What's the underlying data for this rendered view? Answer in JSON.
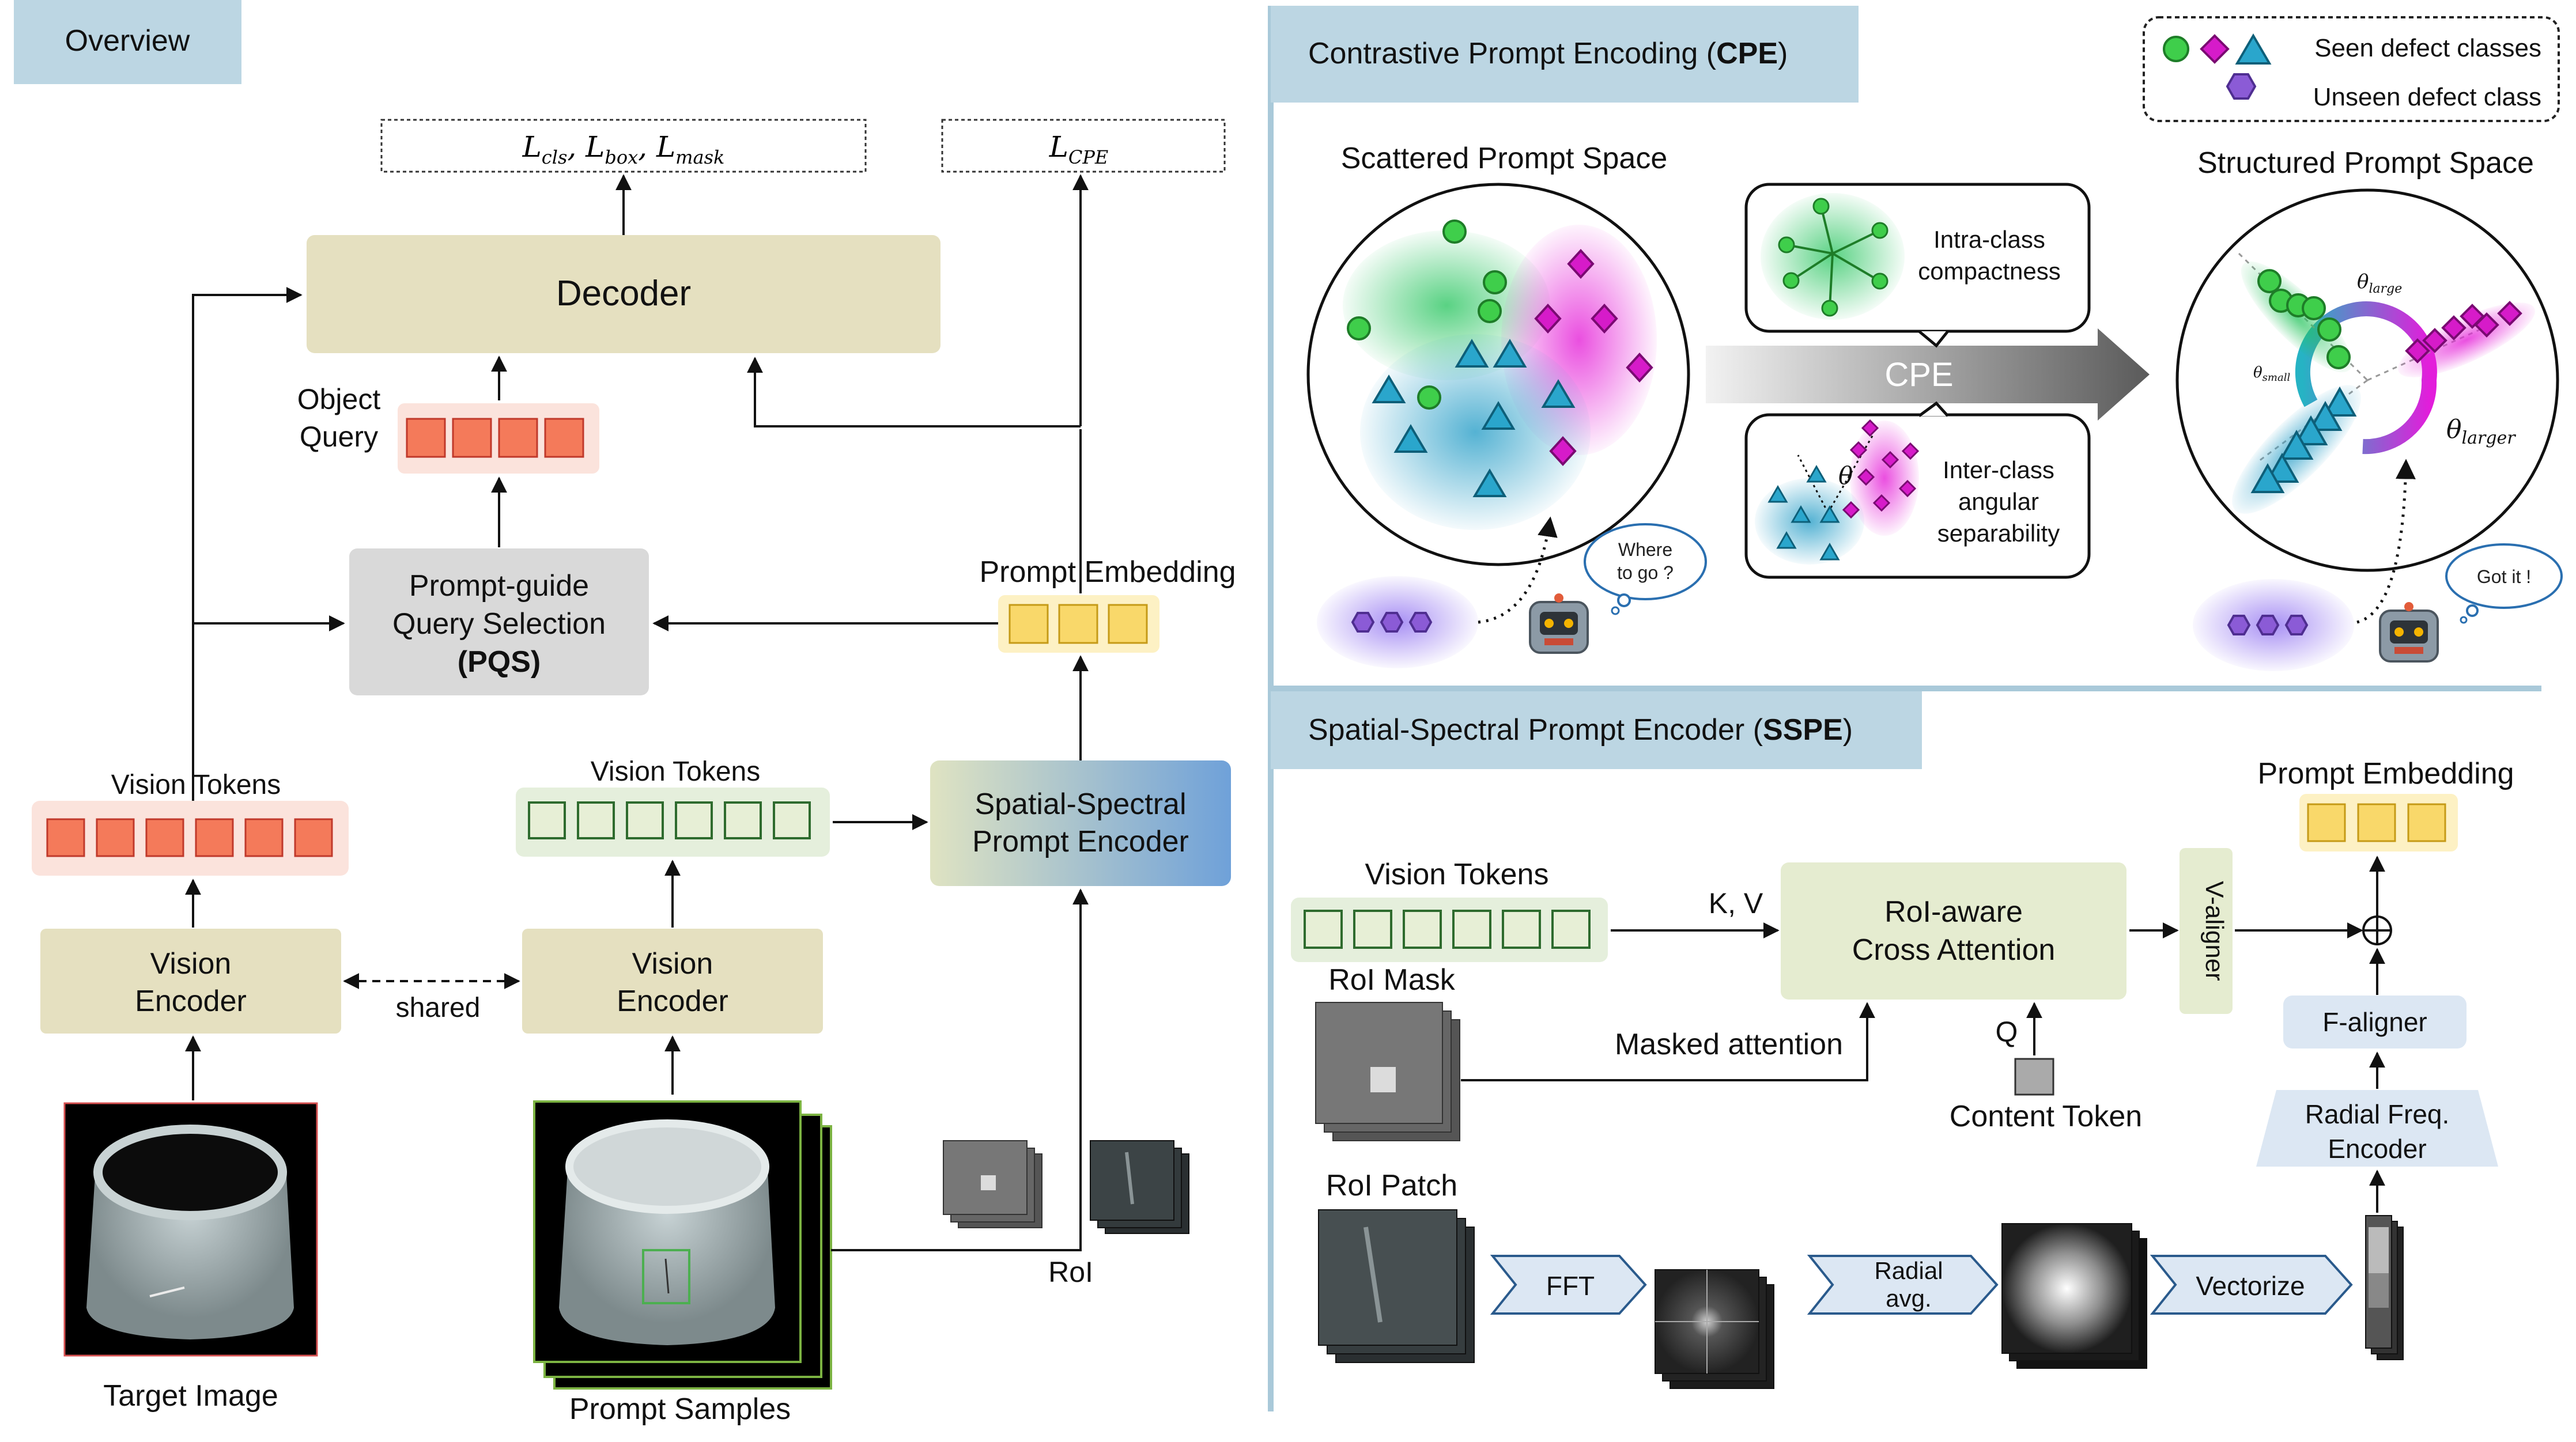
{
  "overview": {
    "section_label": "Overview",
    "loss_main": {
      "L1": "L",
      "s1": "cls",
      "sep1": ", ",
      "L2": "L",
      "s2": "box",
      "sep2": ", ",
      "L3": "L",
      "s3": "mask"
    },
    "loss_cpe": {
      "L": "L",
      "sub": "CPE"
    },
    "decoder": "Decoder",
    "object_query_line1": "Object",
    "object_query_line2": "Query",
    "pqs_line1": "Prompt-guide",
    "pqs_line2": "Query Selection",
    "pqs_line3": "(PQS)",
    "prompt_embedding": "Prompt Embedding",
    "vision_tokens_left": "Vision Tokens",
    "vision_tokens_mid": "Vision Tokens",
    "sspe_line1": "Spatial-Spectral",
    "sspe_line2": "Prompt Encoder",
    "vision_encoder_line1": "Vision",
    "vision_encoder_line2": "Encoder",
    "shared": "shared",
    "target_image": "Target Image",
    "prompt_samples": "Prompt Samples",
    "roi": "RoI"
  },
  "cpe": {
    "section_label_prefix": "Contrastive Prompt Encoding (",
    "section_label_bold": "CPE",
    "section_label_suffix": ")",
    "legend_seen": "Seen defect classes",
    "legend_unseen": "Unseen defect class",
    "scattered_title": "Scattered Prompt Space",
    "structured_title": "Structured Prompt Space",
    "intra_line1": "Intra-class",
    "intra_line2": "compactness",
    "inter_line1": "Inter-class",
    "inter_line2": "angular",
    "inter_line3": "separability",
    "arrow_label": "CPE",
    "bubble_where_1": "Where",
    "bubble_where_2": "to go ?",
    "bubble_got": "Got it !",
    "theta": "θ",
    "theta_large_sub": "large",
    "theta_small_sub": "small",
    "theta_larger_sub": "larger",
    "colors": {
      "green": "#3fce4b",
      "magenta": "#d61bc9",
      "cyan": "#2aa6cc",
      "purple": "#8b5bd6"
    }
  },
  "sspe": {
    "section_label_prefix": "Spatial-Spectral Prompt Encoder (",
    "section_label_bold": "SSPE",
    "section_label_suffix": ")",
    "prompt_embedding": "Prompt Embedding",
    "vision_tokens": "Vision Tokens",
    "kv": "K, V",
    "roi_cross_line1": "RoI-aware",
    "roi_cross_line2": "Cross Attention",
    "v_aligner": "V-aligner",
    "roi_mask": "RoI Mask",
    "masked_attention": "Masked attention",
    "q": "Q",
    "content_token": "Content Token",
    "f_aligner": "F-aligner",
    "radial_enc_line1": "Radial Freq.",
    "radial_enc_line2": "Encoder",
    "roi_patch": "RoI Patch",
    "fft": "FFT",
    "radial_avg_line1": "Radial",
    "radial_avg_line2": "avg.",
    "vectorize": "Vectorize",
    "plus": "+"
  }
}
